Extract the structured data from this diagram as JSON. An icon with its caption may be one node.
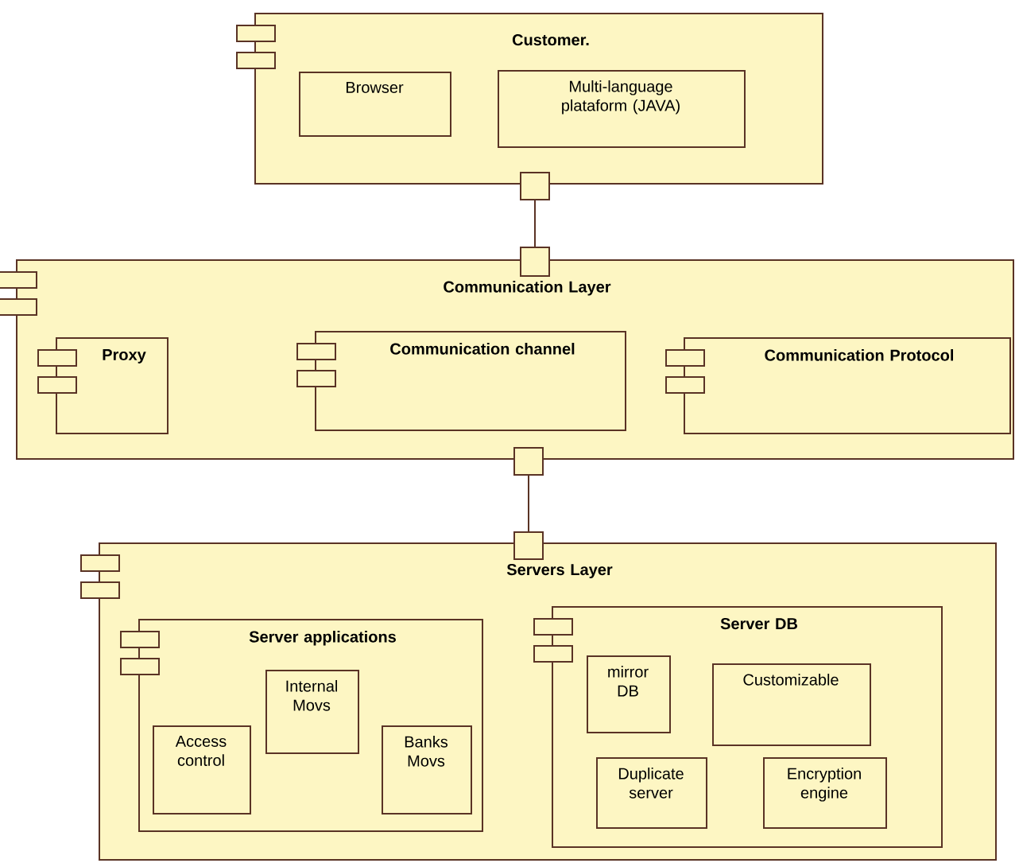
{
  "diagram": {
    "nodes": [
      {
        "text": [
          "Customer."
        ]
      },
      {
        "text": [
          "Browser"
        ],
        "in": 0
      },
      {
        "text": [
          "Multi-language plataform (JAVA)"
        ],
        "in": 0
      },
      {
        "text": [
          "Communication Layer"
        ]
      },
      {
        "text": [
          "Proxy"
        ],
        "in": 3
      },
      {
        "text": [
          "Communication channel"
        ],
        "in": 3
      },
      {
        "text": [
          "Communication Protocol"
        ],
        "in": 3
      },
      {
        "text": [
          "Servers Layer"
        ]
      },
      {
        "text": [
          "Server applications"
        ],
        "in": 7
      },
      {
        "text": [
          "Internal Movs"
        ],
        "in": 8
      },
      {
        "text": [
          "Access control"
        ],
        "in": 8
      },
      {
        "text": [
          "Banks Movs"
        ],
        "in": 8
      },
      {
        "text": [
          "Server DB"
        ],
        "in": 7
      },
      {
        "text": [
          "mirror DB"
        ],
        "in": 12
      },
      {
        "text": [
          "Customizable"
        ],
        "in": 12
      },
      {
        "text": [
          "Duplicate server"
        ],
        "in": 12
      },
      {
        "text": [
          "Encryption engine"
        ],
        "in": 12
      },
      {
        "text": [],
        "shape": "box"
      },
      {
        "text": [],
        "shape": "box"
      },
      {
        "text": [],
        "shape": "box"
      },
      {
        "text": [],
        "shape": "box"
      }
    ],
    "edges": [
      {
        "from": 17,
        "to": 18,
        "arrow": "none"
      },
      {
        "from": 19,
        "to": 20,
        "arrow": "none"
      }
    ]
  }
}
